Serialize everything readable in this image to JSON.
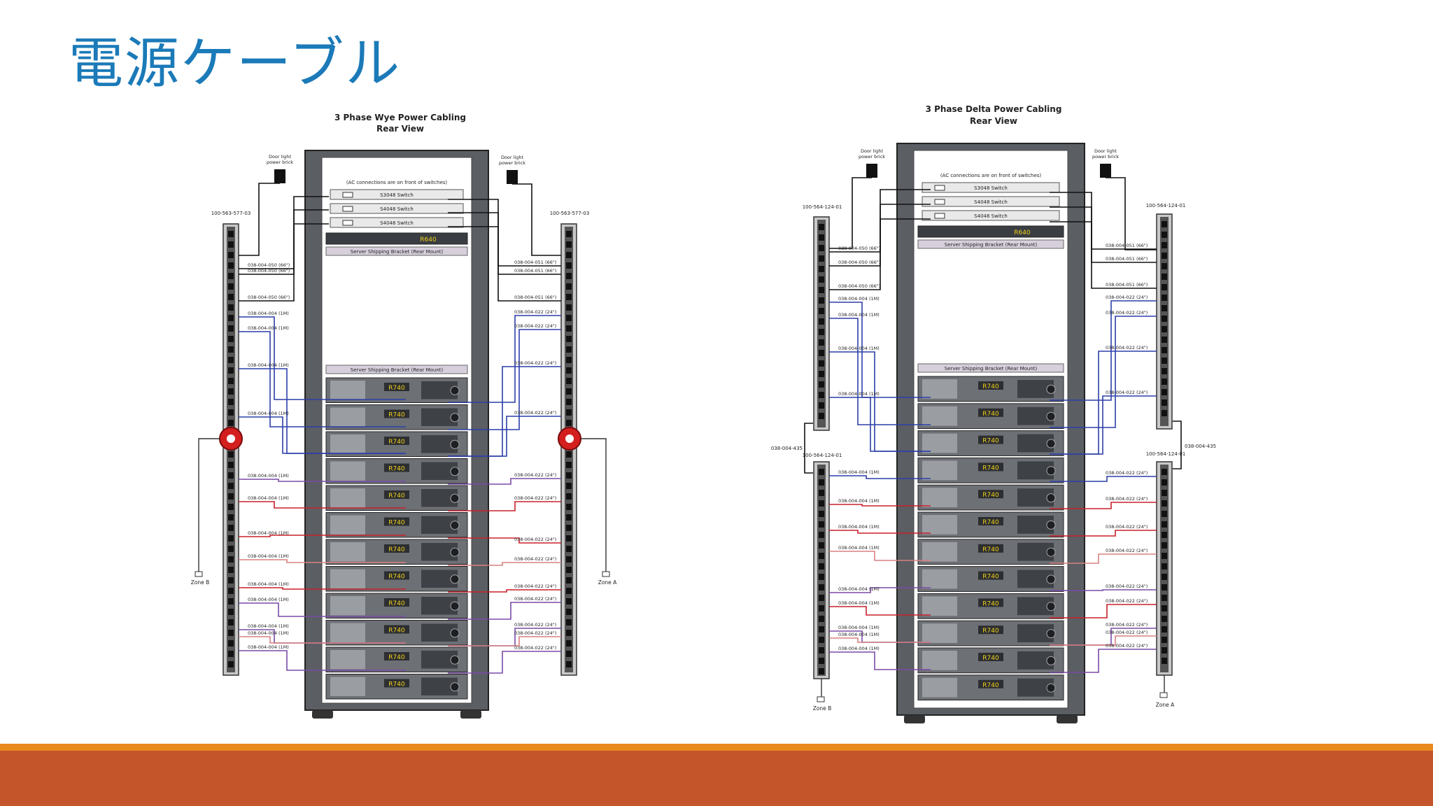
{
  "title": "電源ケーブル",
  "colors": {
    "title": "#1b7ab8",
    "accent_line": "#e88a1e",
    "footer": "#c4542a",
    "cable_blue": "#2c3fa8",
    "cable_red": "#c8202a",
    "cable_purple": "#7a4aa8",
    "cable_pink": "#d88080"
  },
  "wye": {
    "heading1": "3 Phase Wye Power Cabling",
    "heading2": "Rear View",
    "switch_note": "(AC connections are on front of switches)",
    "switches": [
      "S3048 Switch",
      "S4048 Switch",
      "S4048 Switch"
    ],
    "r640": "R640",
    "bracket_top": "Server Shipping Bracket (Rear Mount)",
    "bracket_mid": "Server Shipping Bracket (Rear Mount)",
    "server": "R740",
    "door_light": "Door light power brick",
    "pdu_left": "100-563-577-03",
    "pdu_right": "100-563-577-03",
    "zone_left": "Zone B",
    "zone_right": "Zone A",
    "left_labels": [
      "038-004-050 (66\")",
      "038-004-050 (66\")",
      "038-004-050 (66\")",
      "038-004-004 (1M)",
      "038-004-004 (1M)",
      "038-004-004 (1M)",
      "038-004-004 (1M)",
      "038-004-004 (1M)",
      "038-004-004 (1M)",
      "038-004-004 (1M)",
      "038-004-004 (1M)",
      "038-004-004 (1M)",
      "038-004-004 (1M)",
      "038-004-004 (1M)",
      "038-004-004 (1M)",
      "038-004-004 (1M)"
    ],
    "right_labels": [
      "038-004-051 (66\")",
      "038-004-051 (66\")",
      "038-004-051 (66\")",
      "038-004-022 (24\")",
      "038-004-022 (24\")",
      "038-004-022 (24\")",
      "038-004-022 (24\")",
      "038-004-022 (24\")",
      "038-004-022 (24\")",
      "038-004-022 (24\")",
      "038-004-022 (24\")",
      "038-004-022 (24\")",
      "038-004-022 (24\")",
      "038-004-022 (24\")",
      "038-004-022 (24\")",
      "038-004-022 (24\")"
    ]
  },
  "delta": {
    "heading1": "3 Phase Delta Power Cabling",
    "heading2": "Rear View",
    "switch_note": "(AC connections are on front of switches)",
    "switches": [
      "S3048 Switch",
      "S4048 Switch",
      "S4048 Switch"
    ],
    "r640": "R640",
    "bracket_top": "Server Shipping Bracket (Rear Mount)",
    "bracket_mid": "Server Shipping Bracket (Rear Mount)",
    "server": "R740",
    "door_light": "Door light power brick",
    "pdu_left_top": "100-564-124-01",
    "pdu_right_top": "100-564-124-01",
    "pdu_left_bottom": "100-564-124-01",
    "pdu_right_bottom": "100-564-124-01",
    "jumper_left": "038-004-435",
    "jumper_right": "038-004-435",
    "zone_left": "Zone B",
    "zone_right": "Zone A",
    "left_labels": [
      "038-004-050 (66\")",
      "038-004-050 (66\")",
      "038-004-050 (66\")",
      "038-004-004 (1M)",
      "038-004-004 (1M)",
      "038-004-004 (1M)",
      "038-004-004 (1M)",
      "038-004-004 (1M)",
      "038-004-004 (1M)",
      "038-004-004 (1M)",
      "038-004-004 (1M)",
      "038-004-004 (1M)",
      "038-004-004 (1M)",
      "038-004-004 (1M)",
      "038-004-004 (1M)",
      "038-004-004 (1M)"
    ],
    "right_labels": [
      "038-004-051 (66\")",
      "038-004-051 (66\")",
      "038-004-051 (66\")",
      "038-004-022 (24\")",
      "038-004-022 (24\")",
      "038-004-022 (24\")",
      "038-004-022 (24\")",
      "038-004-022 (24\")",
      "038-004-022 (24\")",
      "038-004-022 (24\")",
      "038-004-022 (24\")",
      "038-004-022 (24\")",
      "038-004-022 (24\")",
      "038-004-022 (24\")",
      "038-004-022 (24\")",
      "038-004-022 (24\")"
    ]
  }
}
